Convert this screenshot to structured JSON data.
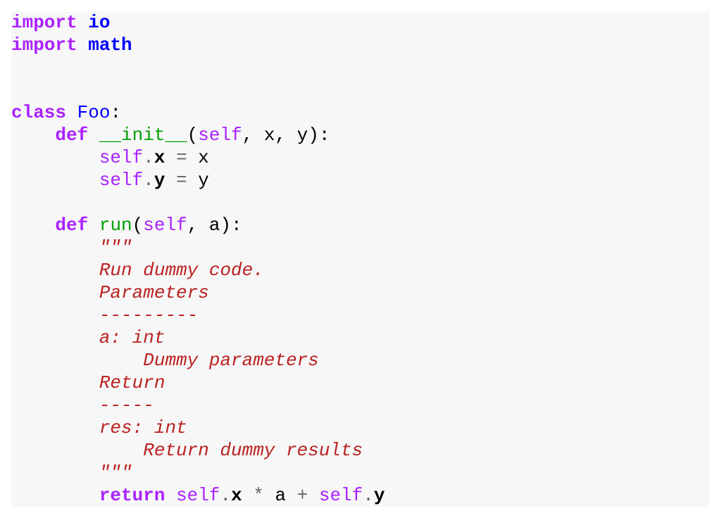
{
  "colors": {
    "background": "#f7f7f7",
    "keyword": "#aa22ff",
    "name_blue": "#0000ff",
    "function_green": "#00a000",
    "operator_gray": "#666666",
    "docstring": "#ba2121"
  },
  "code": {
    "language": "python",
    "l1": {
      "kw": "import",
      "name": "io"
    },
    "l2": {
      "kw": "import",
      "name": "math"
    },
    "l5": {
      "kw": "class",
      "name": "Foo",
      "colon": ":"
    },
    "l6": {
      "kw": "def",
      "fn": "__init__",
      "open": "(",
      "self": "self",
      "c1": ",",
      "p1": "x",
      "c2": ",",
      "p2": "y",
      "close": ")",
      "colon": ":"
    },
    "l7": {
      "self": "self",
      "dot": ".",
      "attr": "x",
      "eq": "=",
      "val": "x"
    },
    "l8": {
      "self": "self",
      "dot": ".",
      "attr": "y",
      "eq": "=",
      "val": "y"
    },
    "l10": {
      "kw": "def",
      "fn": "run",
      "open": "(",
      "self": "self",
      "c1": ",",
      "p1": "a",
      "close": ")",
      "colon": ":"
    },
    "docstring": [
      "\"\"\"",
      "Run dummy code.",
      "Parameters",
      "---------",
      "a: int",
      "    Dummy parameters",
      "Return",
      "-----",
      "res: int",
      "    Return dummy results",
      "\"\"\""
    ],
    "l22": {
      "kw": "return",
      "self1": "self",
      "dot1": ".",
      "attr1": "x",
      "mul": "*",
      "var": "a",
      "plus": "+",
      "self2": "self",
      "dot2": ".",
      "attr2": "y"
    }
  }
}
